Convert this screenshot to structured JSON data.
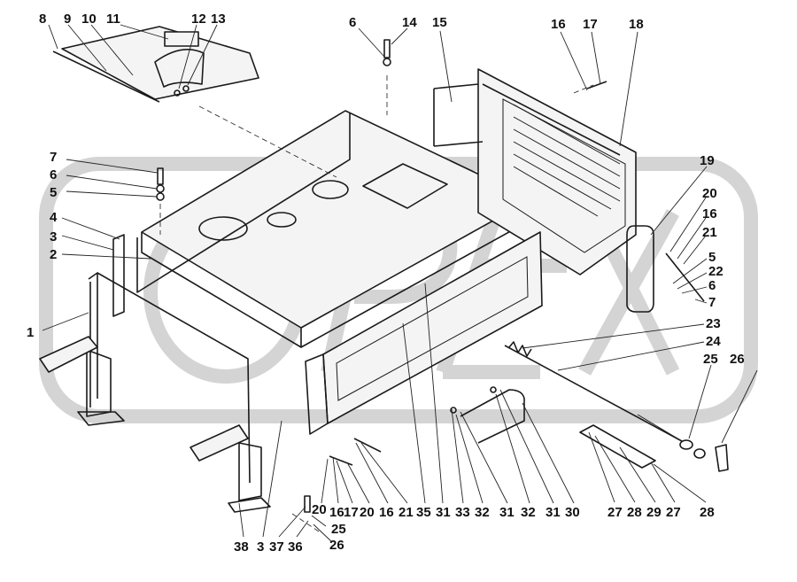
{
  "diagram": {
    "watermark": "ОРЕХ",
    "colors": {
      "line": "#1a1a1a",
      "watermark": "#d4d4d4",
      "background": "#ffffff"
    },
    "callouts": [
      "1",
      "2",
      "3",
      "4",
      "5",
      "6",
      "7",
      "8",
      "9",
      "10",
      "11",
      "12",
      "13",
      "14",
      "15",
      "16",
      "17",
      "18",
      "19",
      "20",
      "21",
      "22",
      "23",
      "24",
      "25",
      "26",
      "27",
      "28",
      "29",
      "30",
      "31",
      "32",
      "33",
      "35",
      "36",
      "37",
      "38"
    ]
  }
}
